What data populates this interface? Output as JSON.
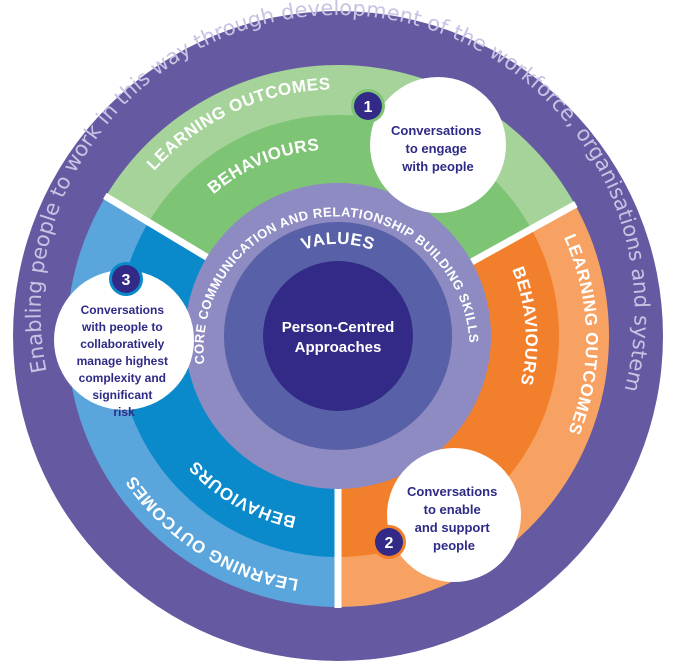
{
  "outer_ring": {
    "text": "Enabling people to work in this way through development of the workforce, organisations and systems",
    "color": "#655aa2",
    "text_color": "#c9c3e3"
  },
  "sectors": [
    {
      "id": "engage",
      "number": "1",
      "learning_outcomes_label": "LEARNING OUTCOMES",
      "behaviours_label": "BEHAVIOURS",
      "learning_outcomes_color": "#a5d39a",
      "behaviours_color": "#7dc474",
      "badge_ring_color": "#7dc474",
      "bubble_lines": [
        "Conversations",
        "to engage",
        "with people"
      ]
    },
    {
      "id": "enable",
      "number": "2",
      "learning_outcomes_label": "LEARNING OUTCOMES",
      "behaviours_label": "BEHAVIOURS",
      "learning_outcomes_color": "#f7a262",
      "behaviours_color": "#f27f2c",
      "badge_ring_color": "#f27f2c",
      "bubble_lines": [
        "Conversations",
        "to enable",
        "and support",
        "people"
      ]
    },
    {
      "id": "collaborate",
      "number": "3",
      "learning_outcomes_label": "LEARNING OUTCOMES",
      "behaviours_label": "BEHAVIOURS",
      "learning_outcomes_color": "#5aa6dc",
      "behaviours_color": "#0a8acb",
      "badge_ring_color": "#0a8acb",
      "bubble_lines": [
        "Conversations",
        "with people to",
        "collaboratively",
        "manage highest",
        "complexity and",
        "significant",
        "risk"
      ]
    }
  ],
  "core_ring": {
    "label": "CORE COMMUNICATION AND RELATIONSHIP BUILDING SKILLS",
    "color": "#8e8bc3"
  },
  "values_ring": {
    "label": "VALUES",
    "color": "#5860a8"
  },
  "centre": {
    "line1": "Person-Centred",
    "line2": "Approaches",
    "color": "#322a86"
  },
  "badge_color": "#322a86",
  "text_color_dark": "#2e2a86"
}
